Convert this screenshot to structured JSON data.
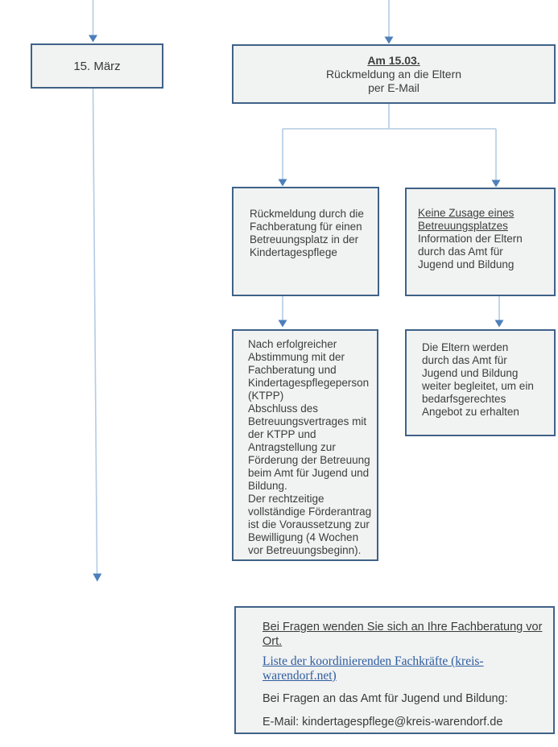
{
  "colors": {
    "box_fill": "#f1f2f2",
    "box_border": "#3f6288",
    "connector": "#b3cbe4",
    "arrowhead": "#4d7fba",
    "text": "#3d3d3d",
    "link": "#2d5da0"
  },
  "boxes": {
    "march": {
      "label": "15. März"
    },
    "feedback": {
      "title": "Am 15.03.",
      "body": "Rückmeldung an die Eltern\nper E-Mail"
    },
    "left_branch": {
      "text": "Rückmeldung durch die\nFachberatung für einen\nBetreuungsplatz in der\nKindertagespflege"
    },
    "right_branch": {
      "title": "Keine Zusage eines\nBetreuungsplatzes",
      "text": "Information der Eltern\ndurch das Amt für\nJugend und Bildung"
    },
    "left_detail": {
      "text": "Nach erfolgreicher\nAbstimmung mit der\nFachberatung und\nKindertagespflegeperson\n(KTPP)\nAbschluss des\nBetreuungsvertrages mit\nder KTPP und\nAntragstellung zur\nFörderung der Betreuung\nbeim Amt für Jugend und\nBildung.\nDer rechtzeitige\nvollständige Förderantrag\nist die Voraussetzung zur\nBewilligung (4 Wochen\nvor Betreuungsbeginn)."
    },
    "right_detail": {
      "text": "Die Eltern werden\ndurch das Amt für\nJugend und Bildung\nweiter begleitet, um ein\nbedarfsgerechtes\nAngebot zu erhalten"
    },
    "contact": {
      "intro": "Bei Fragen wenden Sie sich an Ihre Fachberatung vor\nOrt.",
      "link": "Liste der koordinierenden Fachkräfte (kreis-warendorf.net)",
      "office": "Bei Fragen an das Amt für Jugend und Bildung:",
      "email": "E-Mail: kindertagespflege@kreis-warendorf.de"
    }
  }
}
